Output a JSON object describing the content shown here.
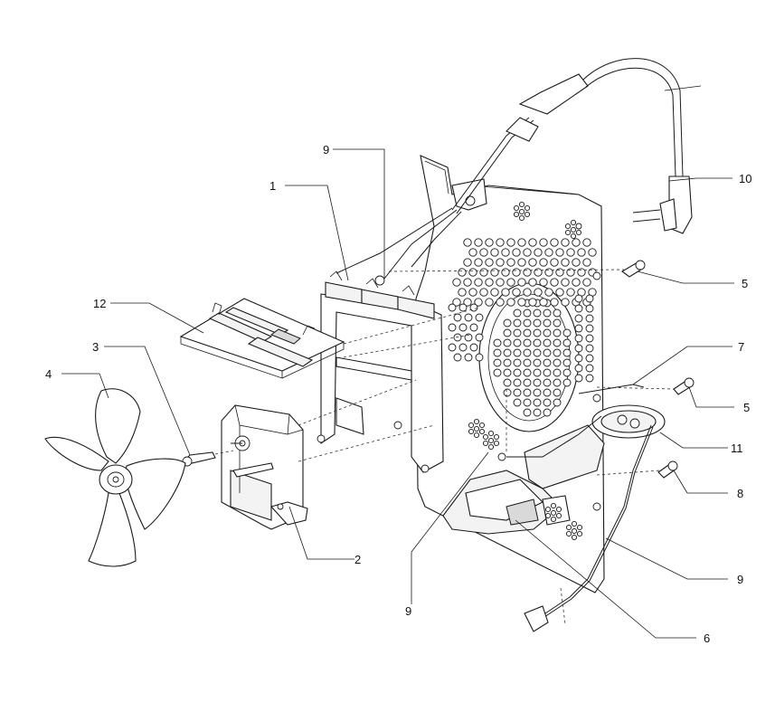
{
  "diagram": {
    "callouts": [
      {
        "id": "callout-1",
        "text": "1"
      },
      {
        "id": "callout-2",
        "text": "2"
      },
      {
        "id": "callout-3",
        "text": "3"
      },
      {
        "id": "callout-4",
        "text": "4"
      },
      {
        "id": "callout-5a",
        "text": "5"
      },
      {
        "id": "callout-5b",
        "text": "5"
      },
      {
        "id": "callout-6",
        "text": "6"
      },
      {
        "id": "callout-7",
        "text": "7"
      },
      {
        "id": "callout-8",
        "text": "8"
      },
      {
        "id": "callout-9a",
        "text": "9"
      },
      {
        "id": "callout-9b",
        "text": "9"
      },
      {
        "id": "callout-9c",
        "text": "9"
      },
      {
        "id": "callout-10",
        "text": "10"
      },
      {
        "id": "callout-11",
        "text": "11"
      },
      {
        "id": "callout-12",
        "text": "12"
      }
    ]
  }
}
